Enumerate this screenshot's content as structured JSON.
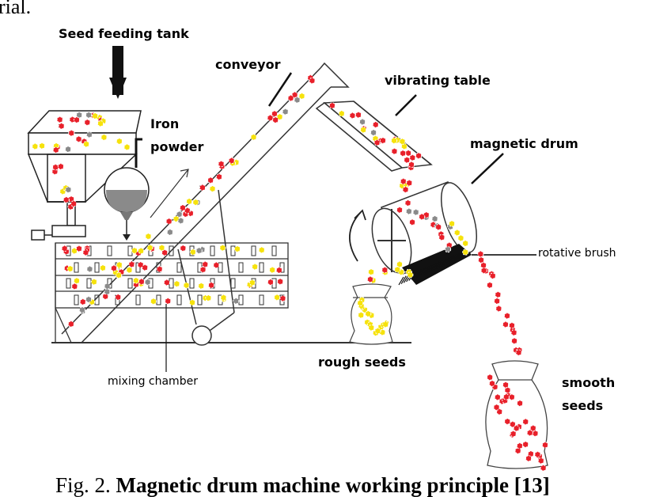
{
  "header": {
    "fragment": "rial."
  },
  "labels": {
    "seed_feeding_tank": "Seed feeding tank",
    "iron": "Iron",
    "powder": "powder",
    "conveyor": "conveyor",
    "vibrating_table": "vibrating table",
    "magnetic_drum": "magnetic drum",
    "rotative_brush": "rotative brush",
    "rough_seeds": "rough seeds",
    "mixing_chamber": "mixing chamber",
    "smooth": "smooth",
    "seeds": "seeds"
  },
  "caption": {
    "prefix": "Fig. 2. ",
    "title": "Magnetic drum machine working principle [13]"
  },
  "colors": {
    "seed_red": "#e8202a",
    "seed_yellow": "#f6e20c",
    "iron_gray": "#8a8a8a",
    "brush": "#111111",
    "line": "#222222"
  }
}
